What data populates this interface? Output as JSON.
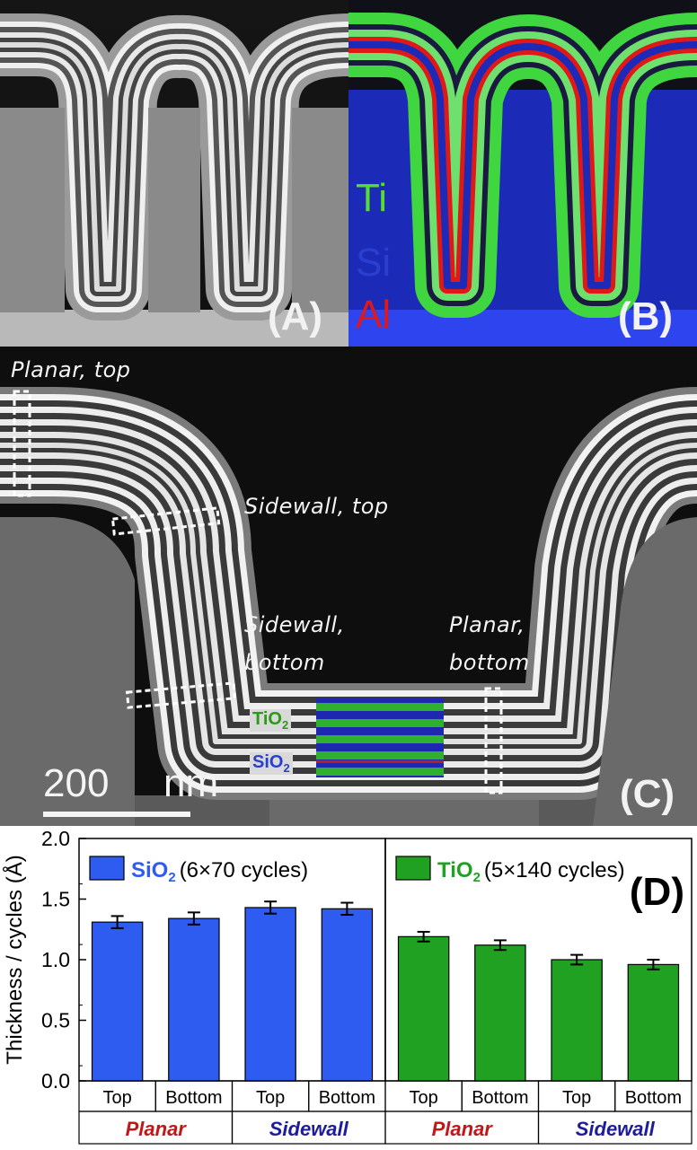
{
  "panels": {
    "a": {
      "label": "(A)"
    },
    "b": {
      "label": "(B)",
      "elements": [
        {
          "symbol": "Ti",
          "color": "#55dd33"
        },
        {
          "symbol": "Si",
          "color": "#2a3fd0"
        },
        {
          "symbol": "Al",
          "color": "#e01818"
        }
      ]
    },
    "c": {
      "label": "(C)",
      "annotations": {
        "planar_top": "Planar, top",
        "sidewall_top": "Sidewall, top",
        "sidewall_bottom_1": "Sidewall,",
        "sidewall_bottom_2": "bottom",
        "planar_bottom_1": "Planar,",
        "planar_bottom_2": "bottom"
      },
      "scale_bar": {
        "value": "200",
        "unit": "nm"
      },
      "stack_labels": {
        "tio2": "TiO",
        "tio2_sub": "2",
        "sio2": "SiO",
        "sio2_sub": "2"
      }
    }
  },
  "chart_data": [
    {
      "type": "bar",
      "panel": "(D)",
      "ylabel": "Thickness / cycles (Å)",
      "ylim": [
        0.0,
        2.0
      ],
      "yticks": [
        "0.0",
        "0.5",
        "1.0",
        "1.5",
        "2.0"
      ],
      "categories": [
        "Top",
        "Bottom",
        "Top",
        "Bottom"
      ],
      "groups": [
        "Planar",
        "Sidewall"
      ],
      "group_colors": [
        "#c01818",
        "#1c1c9c"
      ],
      "series": [
        {
          "name": "SiO2",
          "name_main": "SiO",
          "name_sub": "2",
          "legend_suffix": "(6×70 cycles)",
          "color": "#2f5cf0",
          "values": [
            1.31,
            1.34,
            1.43,
            1.42
          ],
          "errors": [
            0.05,
            0.05,
            0.05,
            0.05
          ]
        }
      ]
    },
    {
      "type": "bar",
      "ylim": [
        0.0,
        2.0
      ],
      "categories": [
        "Top",
        "Bottom",
        "Top",
        "Bottom"
      ],
      "groups": [
        "Planar",
        "Sidewall"
      ],
      "group_colors": [
        "#c01818",
        "#1c1c9c"
      ],
      "series": [
        {
          "name": "TiO2",
          "name_main": "TiO",
          "name_sub": "2",
          "legend_suffix": "(5×140 cycles)",
          "color": "#21a121",
          "values": [
            1.19,
            1.12,
            1.0,
            0.96
          ],
          "errors": [
            0.04,
            0.04,
            0.04,
            0.04
          ]
        }
      ],
      "label": "(D)"
    }
  ]
}
